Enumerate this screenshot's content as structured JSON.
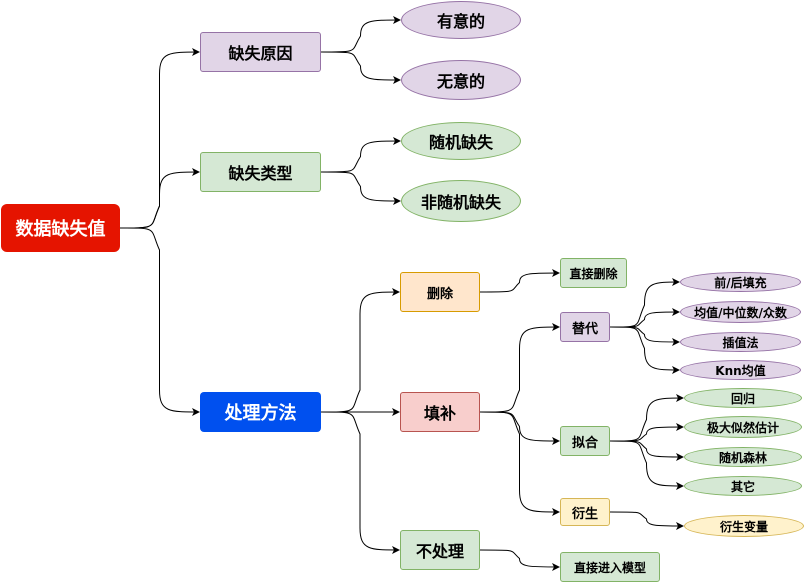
{
  "root": "数据缺失值",
  "cause": {
    "label": "缺失原因",
    "children": [
      "有意的",
      "无意的"
    ]
  },
  "type": {
    "label": "缺失类型",
    "children": [
      "随机缺失",
      "非随机缺失"
    ]
  },
  "method": {
    "label": "处理方法",
    "delete": {
      "label": "删除",
      "child": "直接删除"
    },
    "fill": {
      "label": "填补",
      "replace": {
        "label": "替代",
        "children": [
          "前/后填充",
          "均值/中位数/众数",
          "插值法",
          "Knn均值"
        ]
      },
      "fit": {
        "label": "拟合",
        "children": [
          "回归",
          "极大似然估计",
          "随机森林",
          "其它"
        ]
      },
      "derive": {
        "label": "衍生",
        "child": "衍生变量"
      }
    },
    "none": {
      "label": "不处理",
      "child": "直接进入模型"
    }
  }
}
